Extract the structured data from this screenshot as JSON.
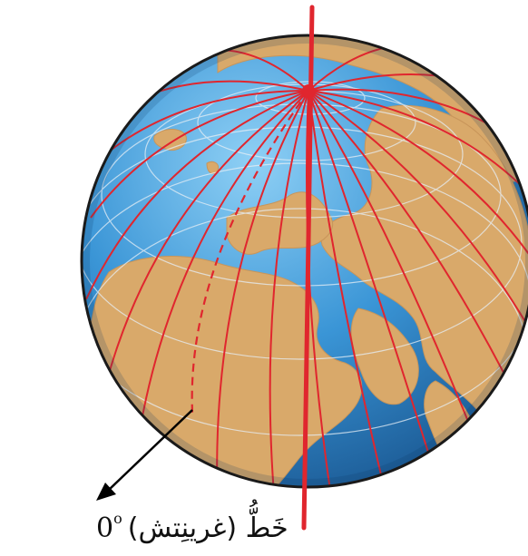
{
  "caption": {
    "degree_value": "0",
    "degree_symbol": "o",
    "label": "خَطُّ (غرينِتش)"
  },
  "colors": {
    "ocean": "#3a8fd0",
    "ocean_light": "#6fb8ea",
    "land": "#d9a96a",
    "meridian": "#e0262e",
    "outline": "#1a1a1a",
    "graticule": "#e6eef5"
  },
  "icons": {
    "globe": "globe-icon",
    "pointer": "arrow-icon"
  }
}
